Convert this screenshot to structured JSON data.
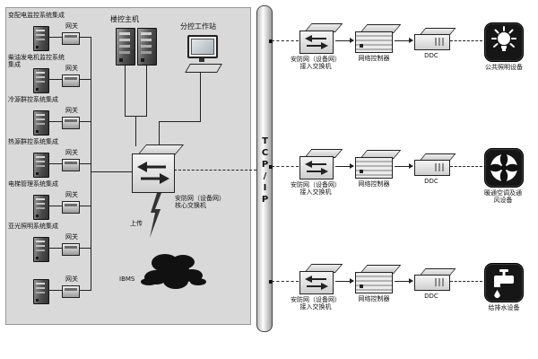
{
  "left_panel": {
    "host_label": "楼控主机",
    "workstation_label": "分控工作站",
    "core_switch_label": "安防网（设备网）核心交换机",
    "upload_label": "上传",
    "cloud_label": "IBMS",
    "systems": [
      {
        "label": "变配电监控系统集成",
        "gateway_label": "网关"
      },
      {
        "label": "柴油发电机监控系统集成",
        "gateway_label": "网关"
      },
      {
        "label": "冷源群控系统集成",
        "gateway_label": "网关"
      },
      {
        "label": "热源群控系统集成",
        "gateway_label": "网关"
      },
      {
        "label": "电梯管理系统集成",
        "gateway_label": "网关"
      },
      {
        "label": "亚光照明系统集成",
        "gateway_label": "网关"
      },
      {
        "label": "",
        "gateway_label": "网关"
      }
    ]
  },
  "backbone": {
    "label": "TCP/IP"
  },
  "icons": {
    "branch_devices": [
      "light-bulb-icon",
      "fan-icon",
      "faucet-icon"
    ]
  },
  "branches": [
    {
      "switch_label": "安防网（设备网）接入交换机",
      "controller_label": "网络控制器",
      "ddc_label": "DDC",
      "device_label": "公共照明设备"
    },
    {
      "switch_label": "安防网（设备网）接入交换机",
      "controller_label": "网络控制器",
      "ddc_label": "DDC",
      "device_label": "暖通空调及通风设备"
    },
    {
      "switch_label": "安防网（设备网）接入交换机",
      "controller_label": "网络控制器",
      "ddc_label": "DDC",
      "device_label": "给排水设备"
    }
  ]
}
